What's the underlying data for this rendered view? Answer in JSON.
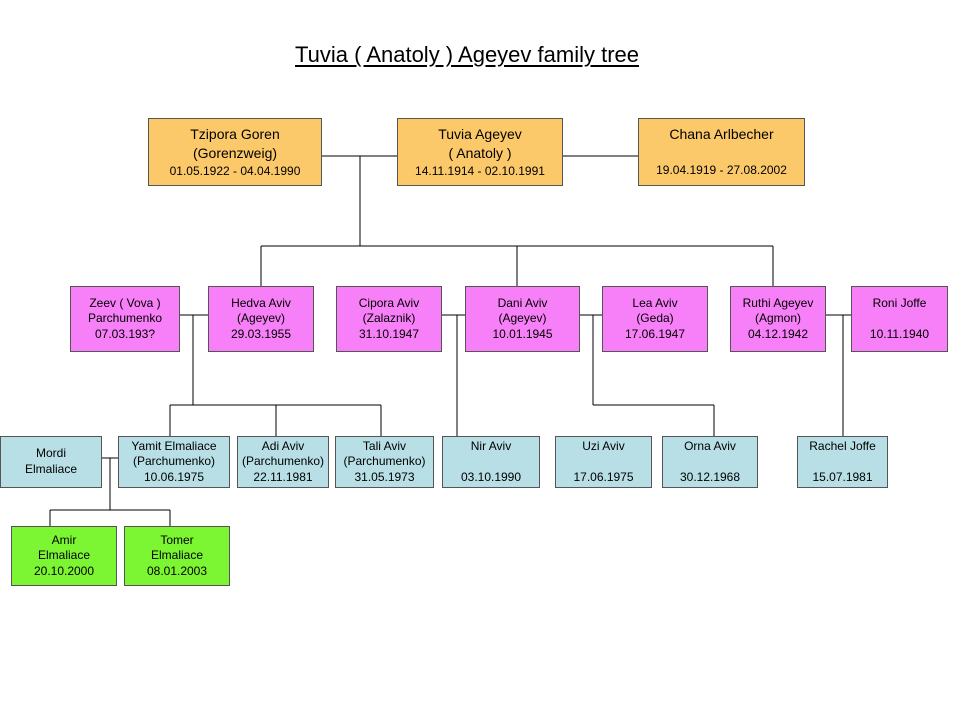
{
  "title": "Tuvia ( Anatoly ) Ageyev family tree",
  "colors": {
    "generation1": "#fcc96a",
    "generation2": "#f77ff7",
    "generation3": "#b7dfe5",
    "generation4": "#7cf533"
  },
  "people": {
    "tzipora": {
      "line1": "Tzipora Goren",
      "line2": "(Gorenzweig)",
      "line3": "01.05.1922 - 04.04.1990"
    },
    "tuvia": {
      "line1": "Tuvia Ageyev",
      "line2": "( Anatoly )",
      "line3": "14.11.1914 - 02.10.1991"
    },
    "chana": {
      "line1": "Chana Arlbecher",
      "line2": "",
      "line3": "19.04.1919 - 27.08.2002"
    },
    "zeev": {
      "line1": "Zeev ( Vova )",
      "line2": "Parchumenko",
      "line3": "07.03.193?"
    },
    "hedva": {
      "line1": "Hedva Aviv",
      "line2": "(Ageyev)",
      "line3": "29.03.1955"
    },
    "cipora": {
      "line1": "Cipora Aviv",
      "line2": "(Zalaznik)",
      "line3": "31.10.1947"
    },
    "dani": {
      "line1": "Dani Aviv",
      "line2": "(Ageyev)",
      "line3": "10.01.1945"
    },
    "lea": {
      "line1": "Lea Aviv",
      "line2": "(Geda)",
      "line3": "17.06.1947"
    },
    "ruthi": {
      "line1": "Ruthi Ageyev",
      "line2": "(Agmon)",
      "line3": "04.12.1942"
    },
    "roni": {
      "line1": "Roni Joffe",
      "line2": "",
      "line3": "10.11.1940"
    },
    "mordi": {
      "line1": "Mordi",
      "line2": "Elmaliace"
    },
    "yamit": {
      "line1": "Yamit Elmaliace",
      "line2": "(Parchumenko)",
      "line3": "10.06.1975"
    },
    "adi": {
      "line1": "Adi Aviv",
      "line2": "(Parchumenko)",
      "line3": "22.11.1981"
    },
    "tali": {
      "line1": "Tali Aviv",
      "line2": "(Parchumenko)",
      "line3": "31.05.1973"
    },
    "nir": {
      "line1": "Nir Aviv",
      "line2": "",
      "line3": "03.10.1990"
    },
    "uzi": {
      "line1": "Uzi Aviv",
      "line2": "",
      "line3": "17.06.1975"
    },
    "orna": {
      "line1": "Orna Aviv",
      "line2": "",
      "line3": "30.12.1968"
    },
    "rachel": {
      "line1": "Rachel Joffe",
      "line2": "",
      "line3": "15.07.1981"
    },
    "amir": {
      "line1": "Amir",
      "line2": "Elmaliace",
      "line3": "20.10.2000"
    },
    "tomer": {
      "line1": "Tomer",
      "line2": "Elmaliace",
      "line3": "08.01.2003"
    }
  }
}
